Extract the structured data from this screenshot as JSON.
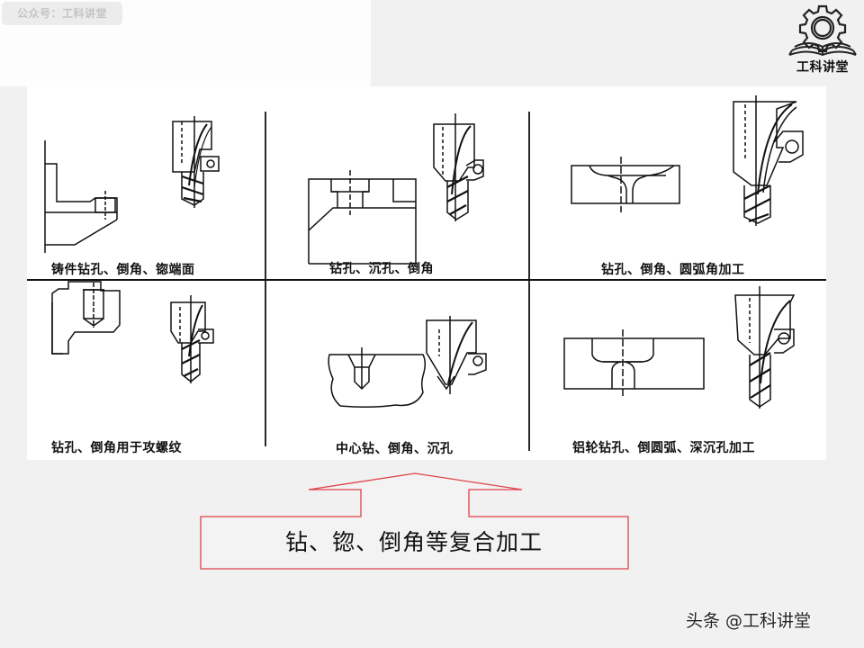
{
  "watermark_top": "公众号：工科讲堂",
  "logo": {
    "text": "工科讲堂",
    "icon": "gear-book-icon"
  },
  "figure": {
    "cells": [
      {
        "caption": "铸件钻孔、倒角、锪端面"
      },
      {
        "caption": "钻孔、沉孔、倒角"
      },
      {
        "caption": "钻孔、倒角、圆弧角加工"
      },
      {
        "caption": "钻孔、倒角用于攻螺纹"
      },
      {
        "caption": "中心钻、倒角、沉孔"
      },
      {
        "caption": "铝轮钻孔、倒圆弧、深沉孔加工"
      }
    ]
  },
  "callout": {
    "label": "钻、锪、倒角等复合加工",
    "border_color": "#e0424a"
  },
  "footer_watermark": "头条 @工科讲堂"
}
